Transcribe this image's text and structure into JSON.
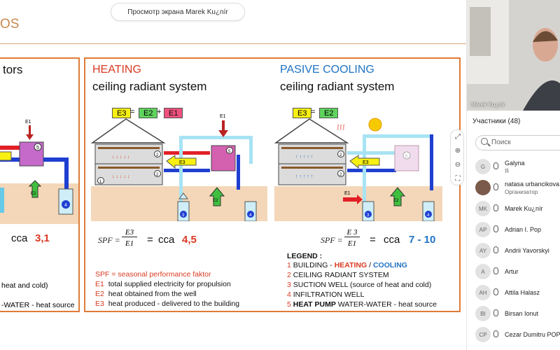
{
  "banner": "Просмотр экрана Marek Ku¿nír",
  "slide": {
    "title_fragment": "OS",
    "left_panel": {
      "heading_fragment": "tors",
      "cca": "cca",
      "value": "3,1",
      "frag1": "heat and cold)",
      "frag2": "-WATER - heat source"
    },
    "heating": {
      "title": "HEATING",
      "subtitle": "ceiling radiant system",
      "eq": {
        "e3": "E3",
        "eq": "=",
        "e2": "E2",
        "plus": "+",
        "e1": "E1"
      },
      "spf": "SPF =",
      "num": "E3",
      "den": "E1",
      "eqsign": "=",
      "cca": "cca",
      "value": "4,5"
    },
    "cooling": {
      "title": "PASIVE COOLING",
      "subtitle": "ceiling radiant system",
      "eq": {
        "e3": "E3",
        "eq": "=",
        "e2": "E2"
      },
      "spf": "SPF =",
      "num": "E 3",
      "den": "E1",
      "eqsign": "=",
      "cca": "cca",
      "value": "7 - 10"
    },
    "spf_notes": {
      "line1": "SPF = seasonal performance faktor",
      "e1_key": "E1",
      "e1_text": "total supplied electricity for propulsion",
      "e2_key": "E2",
      "e2_text": "heat obtained from the well",
      "e3_key": "E3",
      "e3_text": "heat produced - delivered to the building"
    },
    "legend": {
      "title": "LEGEND :",
      "l1_num": "1",
      "l1_a": "BUILDING - ",
      "l1_heat": "HEATING",
      "l1_sep": " / ",
      "l1_cool": "COOLING",
      "l2_num": "2",
      "l2": "CEILING RADIANT SYSTEM",
      "l3_num": "3",
      "l3": "SUCTION WELL (source of heat and cold)",
      "l4_num": "4",
      "l4": "INFILTRATION WELL",
      "l5_num": "5",
      "l5_bold": "HEAT PUMP",
      "l5": " WATER-WATER - heat source"
    },
    "diagram_labels": {
      "e1": "E1",
      "e2": "E2",
      "e3": "E3",
      "n1": "1",
      "n2": "2",
      "n3": "3",
      "n4": "4",
      "n5": "5"
    }
  },
  "sidebar": {
    "video_name": "Marek Ku¿nír",
    "participants_title": "Участники (48)",
    "search_placeholder": "Поиск",
    "participants": [
      {
        "initials": "G",
        "name": "Galyna",
        "role": "Я"
      },
      {
        "initials": "",
        "name": "natasa urbancikova",
        "role": "Организатор"
      },
      {
        "initials": "MK",
        "name": "Marek Ku¿nír",
        "role": ""
      },
      {
        "initials": "AP",
        "name": "Adrian I. Pop",
        "role": ""
      },
      {
        "initials": "AY",
        "name": "Andrii Yavorskyi",
        "role": ""
      },
      {
        "initials": "A",
        "name": "Artur",
        "role": ""
      },
      {
        "initials": "AH",
        "name": "Attila Halasz",
        "role": ""
      },
      {
        "initials": "BI",
        "name": "Birsan Ionut",
        "role": ""
      },
      {
        "initials": "CP",
        "name": "Cezar Dumitru POP",
        "role": ""
      }
    ]
  },
  "colors": {
    "accent": "#e07b39",
    "heat": "#d93a22",
    "cool": "#1f73c4",
    "title": "#c9874e"
  }
}
